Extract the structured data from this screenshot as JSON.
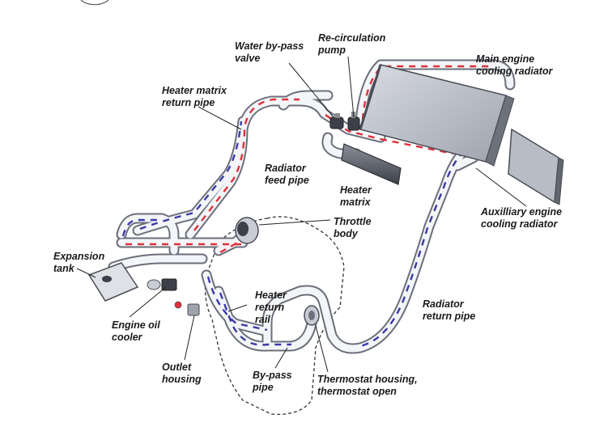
{
  "labels": {
    "water_bypass_valve": [
      "Water by-pass",
      "valve"
    ],
    "recirculation_pump": [
      "Re-circulation",
      "pump"
    ],
    "main_engine_radiator": [
      "Main engine",
      "cooling radiator"
    ],
    "heater_matrix_return_pipe": [
      "Heater matrix",
      "return pipe"
    ],
    "radiator_feed_pipe": [
      "Radiator",
      "feed pipe"
    ],
    "heater_matrix": [
      "Heater",
      "matrix"
    ],
    "throttle_body": [
      "Throttle",
      "body"
    ],
    "auxiliary_radiator": [
      "Auxilliary engine",
      "cooling radiator"
    ],
    "expansion_tank": [
      "Expansion",
      "tank"
    ],
    "heater_return_rail": [
      "Heater",
      "return",
      "rail"
    ],
    "engine_oil_cooler": [
      "Engine oil",
      "cooler"
    ],
    "radiator_return_pipe": [
      "Radiator",
      "return pipe"
    ],
    "outlet_housing": [
      "Outlet",
      "housing"
    ],
    "bypass_pipe": [
      "By-pass",
      "pipe"
    ],
    "thermostat_housing": [
      "Thermostat housing,",
      "thermostat open"
    ]
  },
  "colors": {
    "hot_flow": "#e0303a",
    "cold_flow": "#3a3aa8",
    "pipe_outline": "#6b6f7a",
    "pipe_fill": "#f4f5f8",
    "component_fill": "#c9ccd4",
    "leader_line": "#222222"
  }
}
